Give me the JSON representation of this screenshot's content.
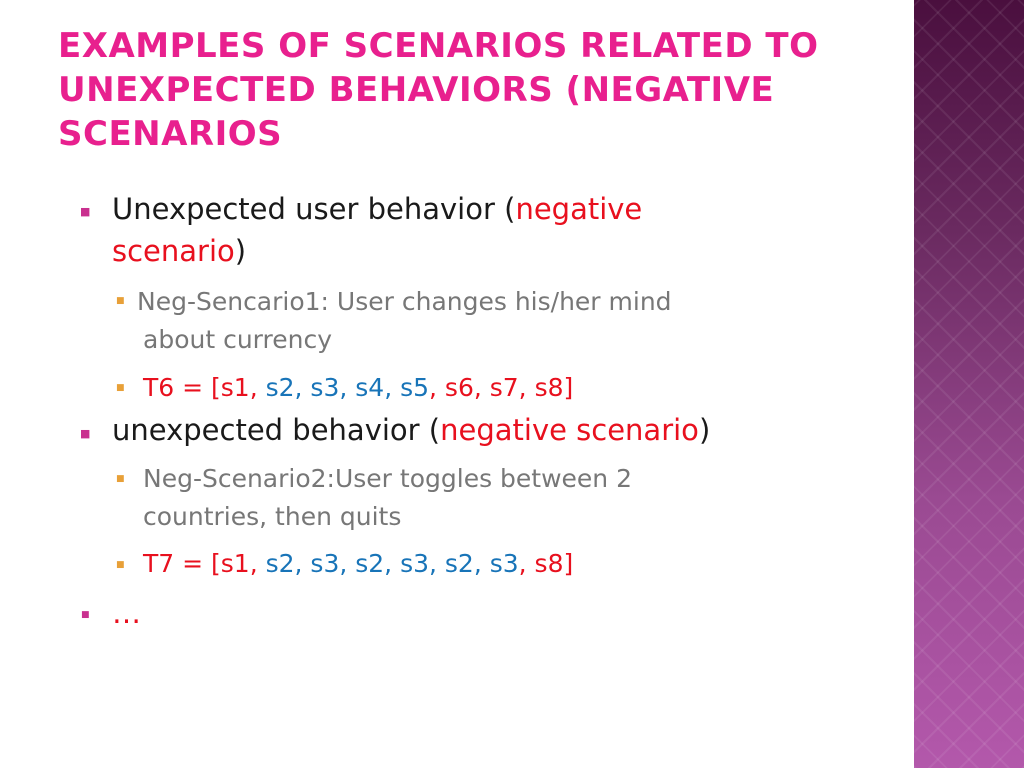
{
  "title": {
    "line1": " EXAMPLES OF SCENARIOS RELATED TO",
    "line2": "UNEXPECTED BEHAVIORS (NEGATIVE",
    "line3": "SCENARIOS"
  },
  "items": [
    {
      "prefix": "Unexpected user behavior (",
      "highlight_a": "negative",
      "highlight_b": "scenario",
      "suffix": ")",
      "sub": {
        "desc_line1": " Neg-Sencario1: User  changes his/her mind",
        "desc_line2": "about currency",
        "trace_label": "T6 = [s1,",
        "trace_blue": [
          " s2,",
          " s3,",
          " s4,",
          " s5"
        ],
        "trace_red_tail": ", s6, s7, s8]"
      }
    },
    {
      "prefix": "unexpected behavior (",
      "highlight": "negative scenario",
      "suffix": ")",
      "sub": {
        "desc_line1": "Neg-Scenario2:User toggles between 2",
        "desc_line2": "countries, then quits",
        "trace_label": "T7 = [s1,",
        "trace_blue": " s2, s3, s2, s3, s2, s3",
        "trace_red_tail": ", s8]"
      }
    },
    {
      "text": "…"
    }
  ],
  "colors": {
    "title": "#e8208e",
    "accent_red": "#e8101e",
    "accent_blue": "#1874b8",
    "bullet_level1": "#c9308f",
    "bullet_level2": "#e8a038",
    "side_band_top": "#4a0f3e",
    "side_band_bottom": "#b358ab"
  }
}
